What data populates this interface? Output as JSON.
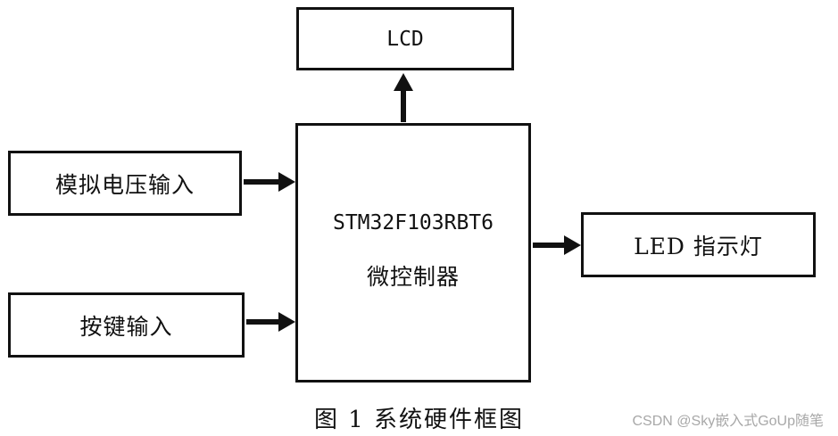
{
  "diagram": {
    "lcd_label": "LCD",
    "mcu_line1": "STM32F103RBT6",
    "mcu_line2": "微控制器",
    "analog_input_label": "模拟电压输入",
    "key_input_label": "按键输入",
    "led_label": "LED 指示灯"
  },
  "caption": "图 1  系统硬件框图",
  "watermark": "CSDN @Sky嵌入式GoUp随笔"
}
